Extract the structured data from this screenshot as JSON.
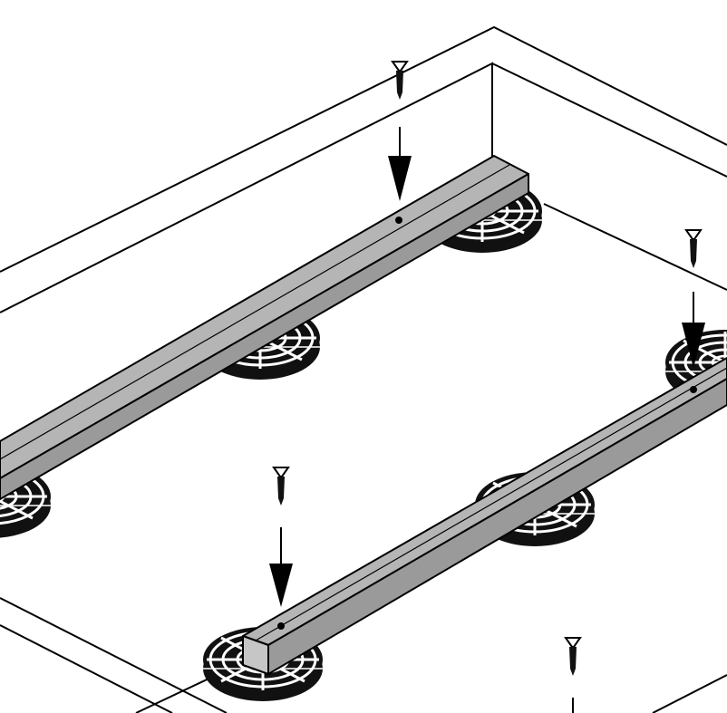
{
  "figure": {
    "kind": "isometric installation illustration",
    "components": [
      "joist-beam",
      "pedestal-support",
      "screw",
      "insertion-arrow"
    ],
    "colors": {
      "background": "#ffffff",
      "outline": "#000000",
      "beam_top": "#b5b5b5",
      "beam_side": "#9a9a9a",
      "beam_end": "#c6c6c6",
      "pedestal": "#111111",
      "screw": "#111111"
    },
    "counts": {
      "beams": 2,
      "pedestals": 6,
      "screws": 4
    }
  }
}
